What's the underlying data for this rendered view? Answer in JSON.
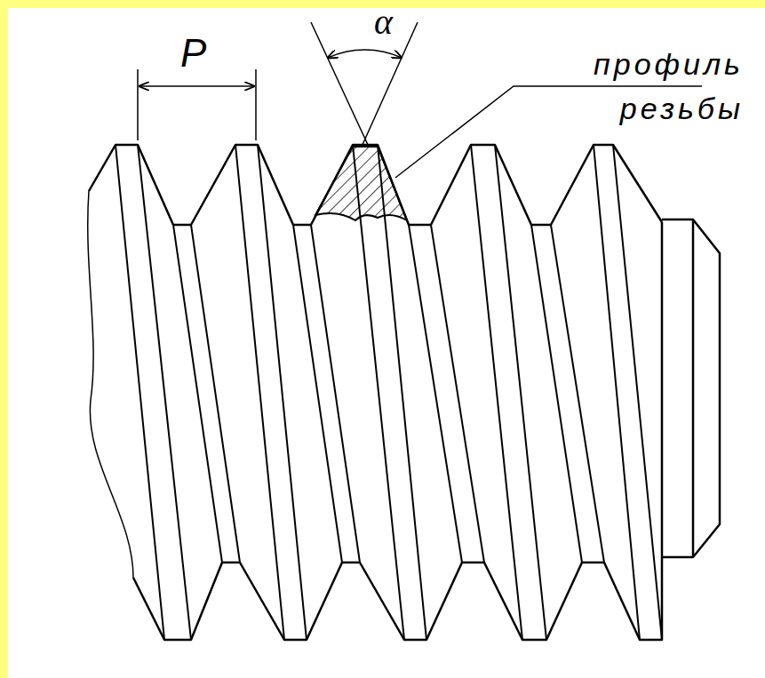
{
  "diagram": {
    "labels": [
      "P",
      "α",
      "профиль резьбы"
    ]
  }
}
